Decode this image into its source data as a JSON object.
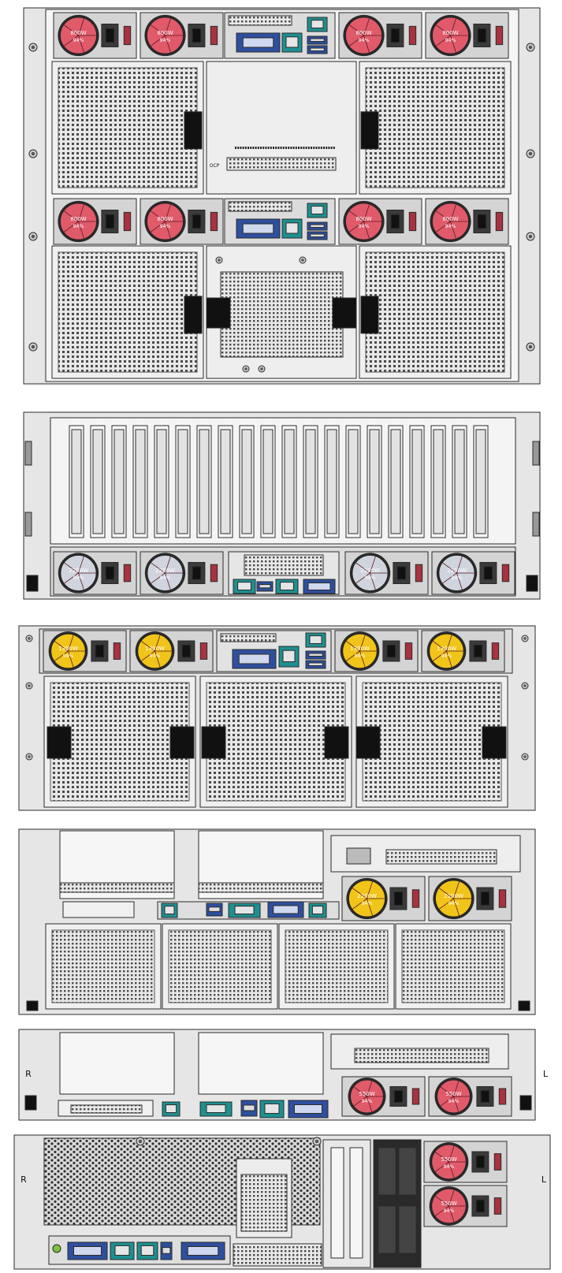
{
  "colors": {
    "chassis": "#e6e6e6",
    "chassis_dark": "#bdbdbd",
    "outline": "#2b2b2b",
    "fan_red": "#e05a6a",
    "fan_yellow": "#f0c419",
    "port_blue": "#2f4f9e",
    "port_teal": "#1f8f8f",
    "psu_dark": "#3a3a3a"
  },
  "labels": {
    "psu_800w": "800W",
    "psu_1300w": "1300W",
    "psu_2200w": "2200W",
    "psu_550w": "550W",
    "psu_efficiency": "94%",
    "ocp_label": "OCP",
    "rack_left": "R",
    "rack_right": "L",
    "fan_icon": "fan-icon",
    "power_socket_icon": "power-socket-icon",
    "vga_icon": "vga-port-icon",
    "rj45_icon": "rj45-port-icon",
    "usb_icon": "usb-port-icon"
  }
}
